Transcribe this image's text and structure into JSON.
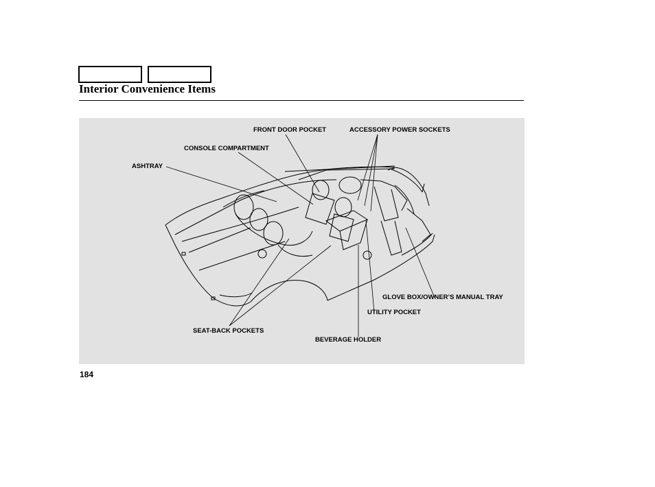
{
  "header": {
    "nav_boxes": [
      "",
      ""
    ],
    "title": "Interior Convenience Items"
  },
  "figure": {
    "callouts": {
      "front_door_pocket": "FRONT DOOR POCKET",
      "accessory_power_sockets": "ACCESSORY POWER SOCKETS",
      "console_compartment": "CONSOLE COMPARTMENT",
      "ashtray": "ASHTRAY",
      "glove_box": "GLOVE BOX/OWNER’S MANUAL TRAY",
      "utility_pocket": "UTILITY POCKET",
      "seat_back_pockets": "SEAT-BACK POCKETS",
      "beverage_holder": "BEVERAGE HOLDER"
    }
  },
  "footer": {
    "page_number": "184"
  }
}
